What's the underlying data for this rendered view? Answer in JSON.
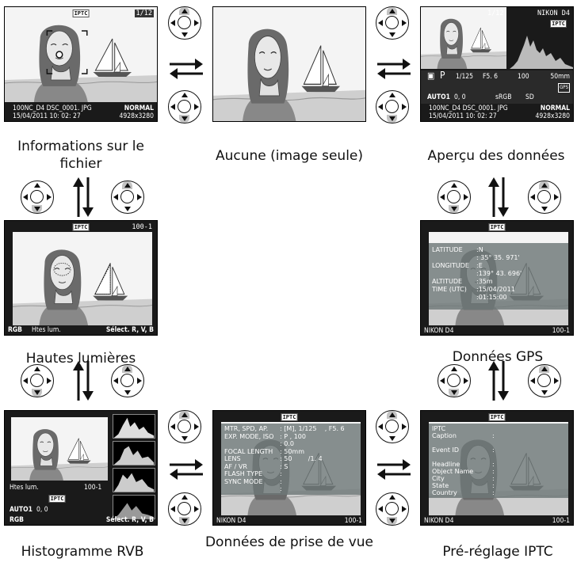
{
  "captions": {
    "file_info": "Informations sur le fichier",
    "none": "Aucune (image seule)",
    "overview": "Aperçu des données",
    "highlights": "Hautes lumières",
    "gps": "Données GPS",
    "rgb_histogram": "Histogramme RVB",
    "shooting_data": "Données de prise de vue",
    "iptc_preset": "Pré-réglage IPTC"
  },
  "badge": "IPTC",
  "file_info_screen": {
    "frame": "1/12",
    "folder": "100NC_D4 DSC_0001. JPG",
    "datetime": "15/04/2011  10: 02: 27",
    "quality": "NORMAL",
    "size": "4928x3280"
  },
  "overview_screen": {
    "frame": "1/12",
    "camera": "NIKON D4",
    "mode": "P",
    "shutter": "1/125",
    "aperture": "F5. 6",
    "iso": "100",
    "focal": "50mm",
    "wb": "AUTO1",
    "wb_adj": "0,  0",
    "color_space": "sRGB",
    "picture_control": "SD",
    "gps_label": "GPS",
    "folder": "100NC_D4 DSC_0001. JPG",
    "datetime": "15/04/2011  10: 02: 27",
    "quality": "NORMAL",
    "size": "4928x3280"
  },
  "highlights_screen": {
    "frame": "100-1",
    "rgb": "RGB",
    "label": "Htes lum.",
    "select": "Sélect. R, V, B"
  },
  "gps_screen": {
    "rows": [
      {
        "label": "LATITUDE",
        "value": ":N"
      },
      {
        "label": "",
        "value": ": 35° 35. 971'"
      },
      {
        "label": "LONGITUDE",
        "value": ":E"
      },
      {
        "label": "",
        "value": ":139° 43. 696'"
      },
      {
        "label": "ALTITUDE",
        "value": ":35m"
      },
      {
        "label": "TIME (UTC)",
        "value": ":15/04/2011"
      },
      {
        "label": "",
        "value": ":01:15:00"
      }
    ],
    "camera": "NIKON D4",
    "frame": "100-1"
  },
  "histogram_screen": {
    "label": "Htes lum.",
    "frame": "100-1",
    "wb": "AUTO1",
    "wb_adj": "0,  0",
    "rgb": "RGB",
    "select": "Sélect. R, V, B"
  },
  "shooting_screen": {
    "rows": [
      {
        "label": "MTR, SPD, AP.",
        "value": ": [M], 1/125    , F5. 6"
      },
      {
        "label": "EXP. MODE, ISO",
        "value": ": P , 100"
      },
      {
        "label": "",
        "value": ": 0.0"
      },
      {
        "label": "FOCAL LENGTH",
        "value": ": 50mm"
      },
      {
        "label": "LENS",
        "value": ": 50        /1. 4"
      },
      {
        "label": "AF / VR",
        "value": ": S"
      },
      {
        "label": "FLASH TYPE",
        "value": ":"
      },
      {
        "label": "SYNC MODE",
        "value": ":"
      },
      {
        "label": "",
        "value": ":"
      }
    ],
    "camera": "NIKON D4",
    "frame": "100-1"
  },
  "iptc_screen": {
    "rows": [
      "IPTC",
      "Caption",
      "",
      "Event ID",
      "",
      "Headline",
      "Object Name",
      "City",
      "State",
      "Country"
    ],
    "camera": "NIKON D4",
    "frame": "100-1"
  }
}
